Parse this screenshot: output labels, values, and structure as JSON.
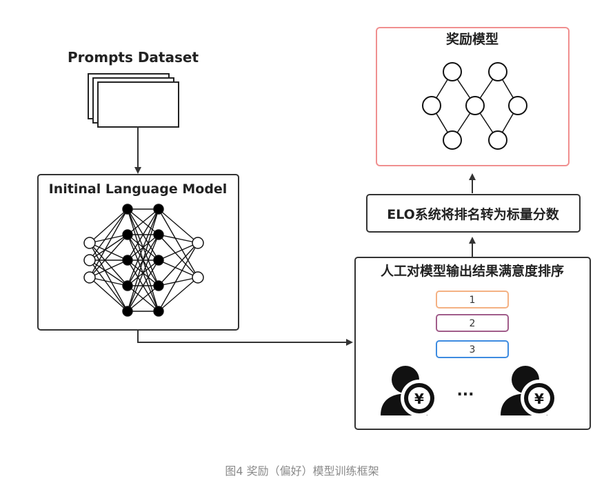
{
  "prompts_dataset": {
    "label": "Prompts Dataset"
  },
  "initial_model": {
    "label": "Initinal Language Model"
  },
  "reward_model": {
    "label": "奖励模型"
  },
  "elo": {
    "label": "ELO系统将排名转为标量分数"
  },
  "ranking": {
    "label": "人工对模型输出结果满意度排序",
    "items": [
      {
        "text": "1",
        "color": "#f4b183"
      },
      {
        "text": "2",
        "color": "#a05c8a"
      },
      {
        "text": "3",
        "color": "#3d8be0"
      }
    ],
    "ellipsis": "..."
  },
  "colors": {
    "reward_border": "#f08f8f",
    "box_border": "#333333"
  },
  "icons": [
    "stacked-documents-icon",
    "neural-network-icon",
    "person-yen-icon"
  ],
  "caption": "图4 奖励（偏好）模型训练框架"
}
